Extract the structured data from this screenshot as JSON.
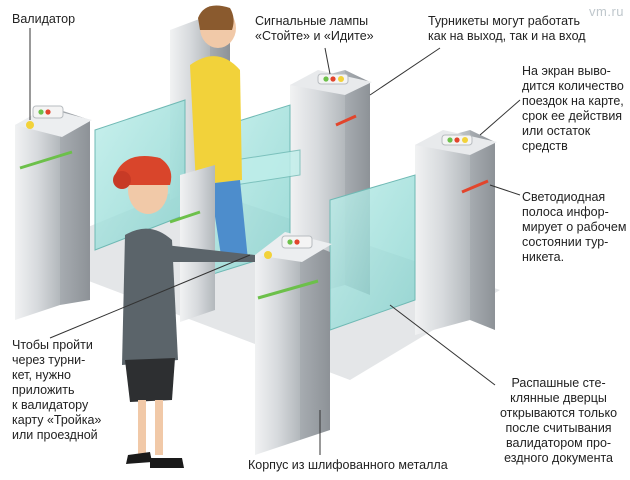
{
  "watermark": "vm.ru",
  "labels": {
    "validator": "Валидатор",
    "signal_lamps": "Сигнальные лампы\n«Стойте» и «Идите»",
    "both_ways": "Турникеты могут работать\nкак на выход, так и на вход",
    "screen": "На экран выво-\nдится количество\nпоездок на карте,\nсрок ее действия\nили остаток\nсредств",
    "led_strip": "Светодиодная\nполоса инфор-\nмирует о рабочем\nсостоянии тур-\nникета.",
    "how_to_pass": "Чтобы пройти\nчерез турни-\nкет, нужно\nприложить\nк валидатору\nкарту «Тройка»\nили проездной",
    "body_metal": "Корпус из шлифованного металла",
    "glass_doors": "Распашные сте-\nклянные дверцы\nоткрываются только\nпосле считывания\nвалидатором про-\nездного документа"
  },
  "colors": {
    "metal_light": "#e6e8ea",
    "metal_dark": "#9ea3a8",
    "glass": "#9fded9",
    "led_green": "#6cc04a",
    "led_red": "#e2452c",
    "jacket_yellow": "#f2d23a",
    "hat_red": "#d9452b",
    "coat_gray": "#5b646a"
  }
}
